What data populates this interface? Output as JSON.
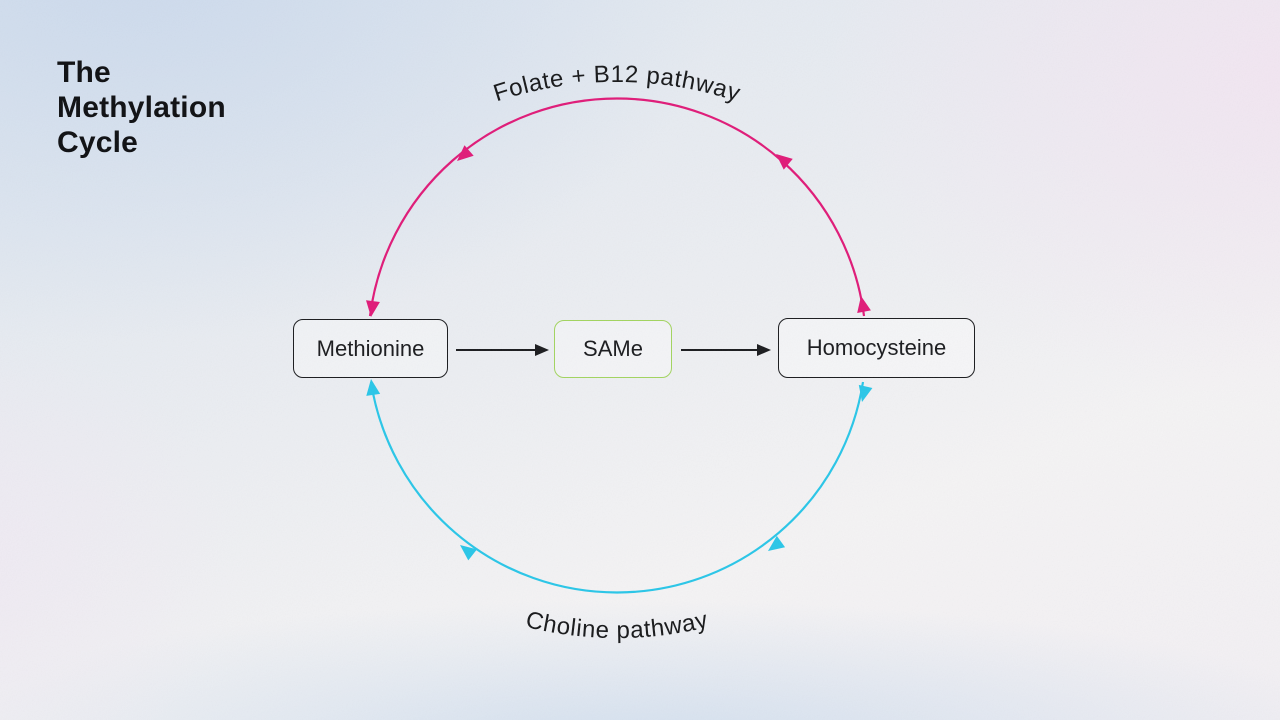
{
  "title": {
    "lines": [
      "The",
      "Methylation",
      "Cycle"
    ]
  },
  "nodes": {
    "methionine": "Methionine",
    "same": "SAMe",
    "homocysteine": "Homocysteine"
  },
  "pathways": {
    "top": "Folate + B12 pathway",
    "bottom": "Choline pathway"
  },
  "flows": [
    {
      "from": "Methionine",
      "to": "SAMe",
      "style": "straight-arrow"
    },
    {
      "from": "SAMe",
      "to": "Homocysteine",
      "style": "straight-arrow"
    },
    {
      "from": "Homocysteine",
      "to": "Methionine",
      "via": "Folate + B12 pathway",
      "arc": "top"
    },
    {
      "from": "Homocysteine",
      "to": "Methionine",
      "via": "Choline pathway",
      "arc": "bottom"
    }
  ],
  "colors": {
    "folate_pink": "#e01a78",
    "choline_cyan": "#29c6e8",
    "same_green": "#a2d45f",
    "ink": "#1a1b1e"
  }
}
